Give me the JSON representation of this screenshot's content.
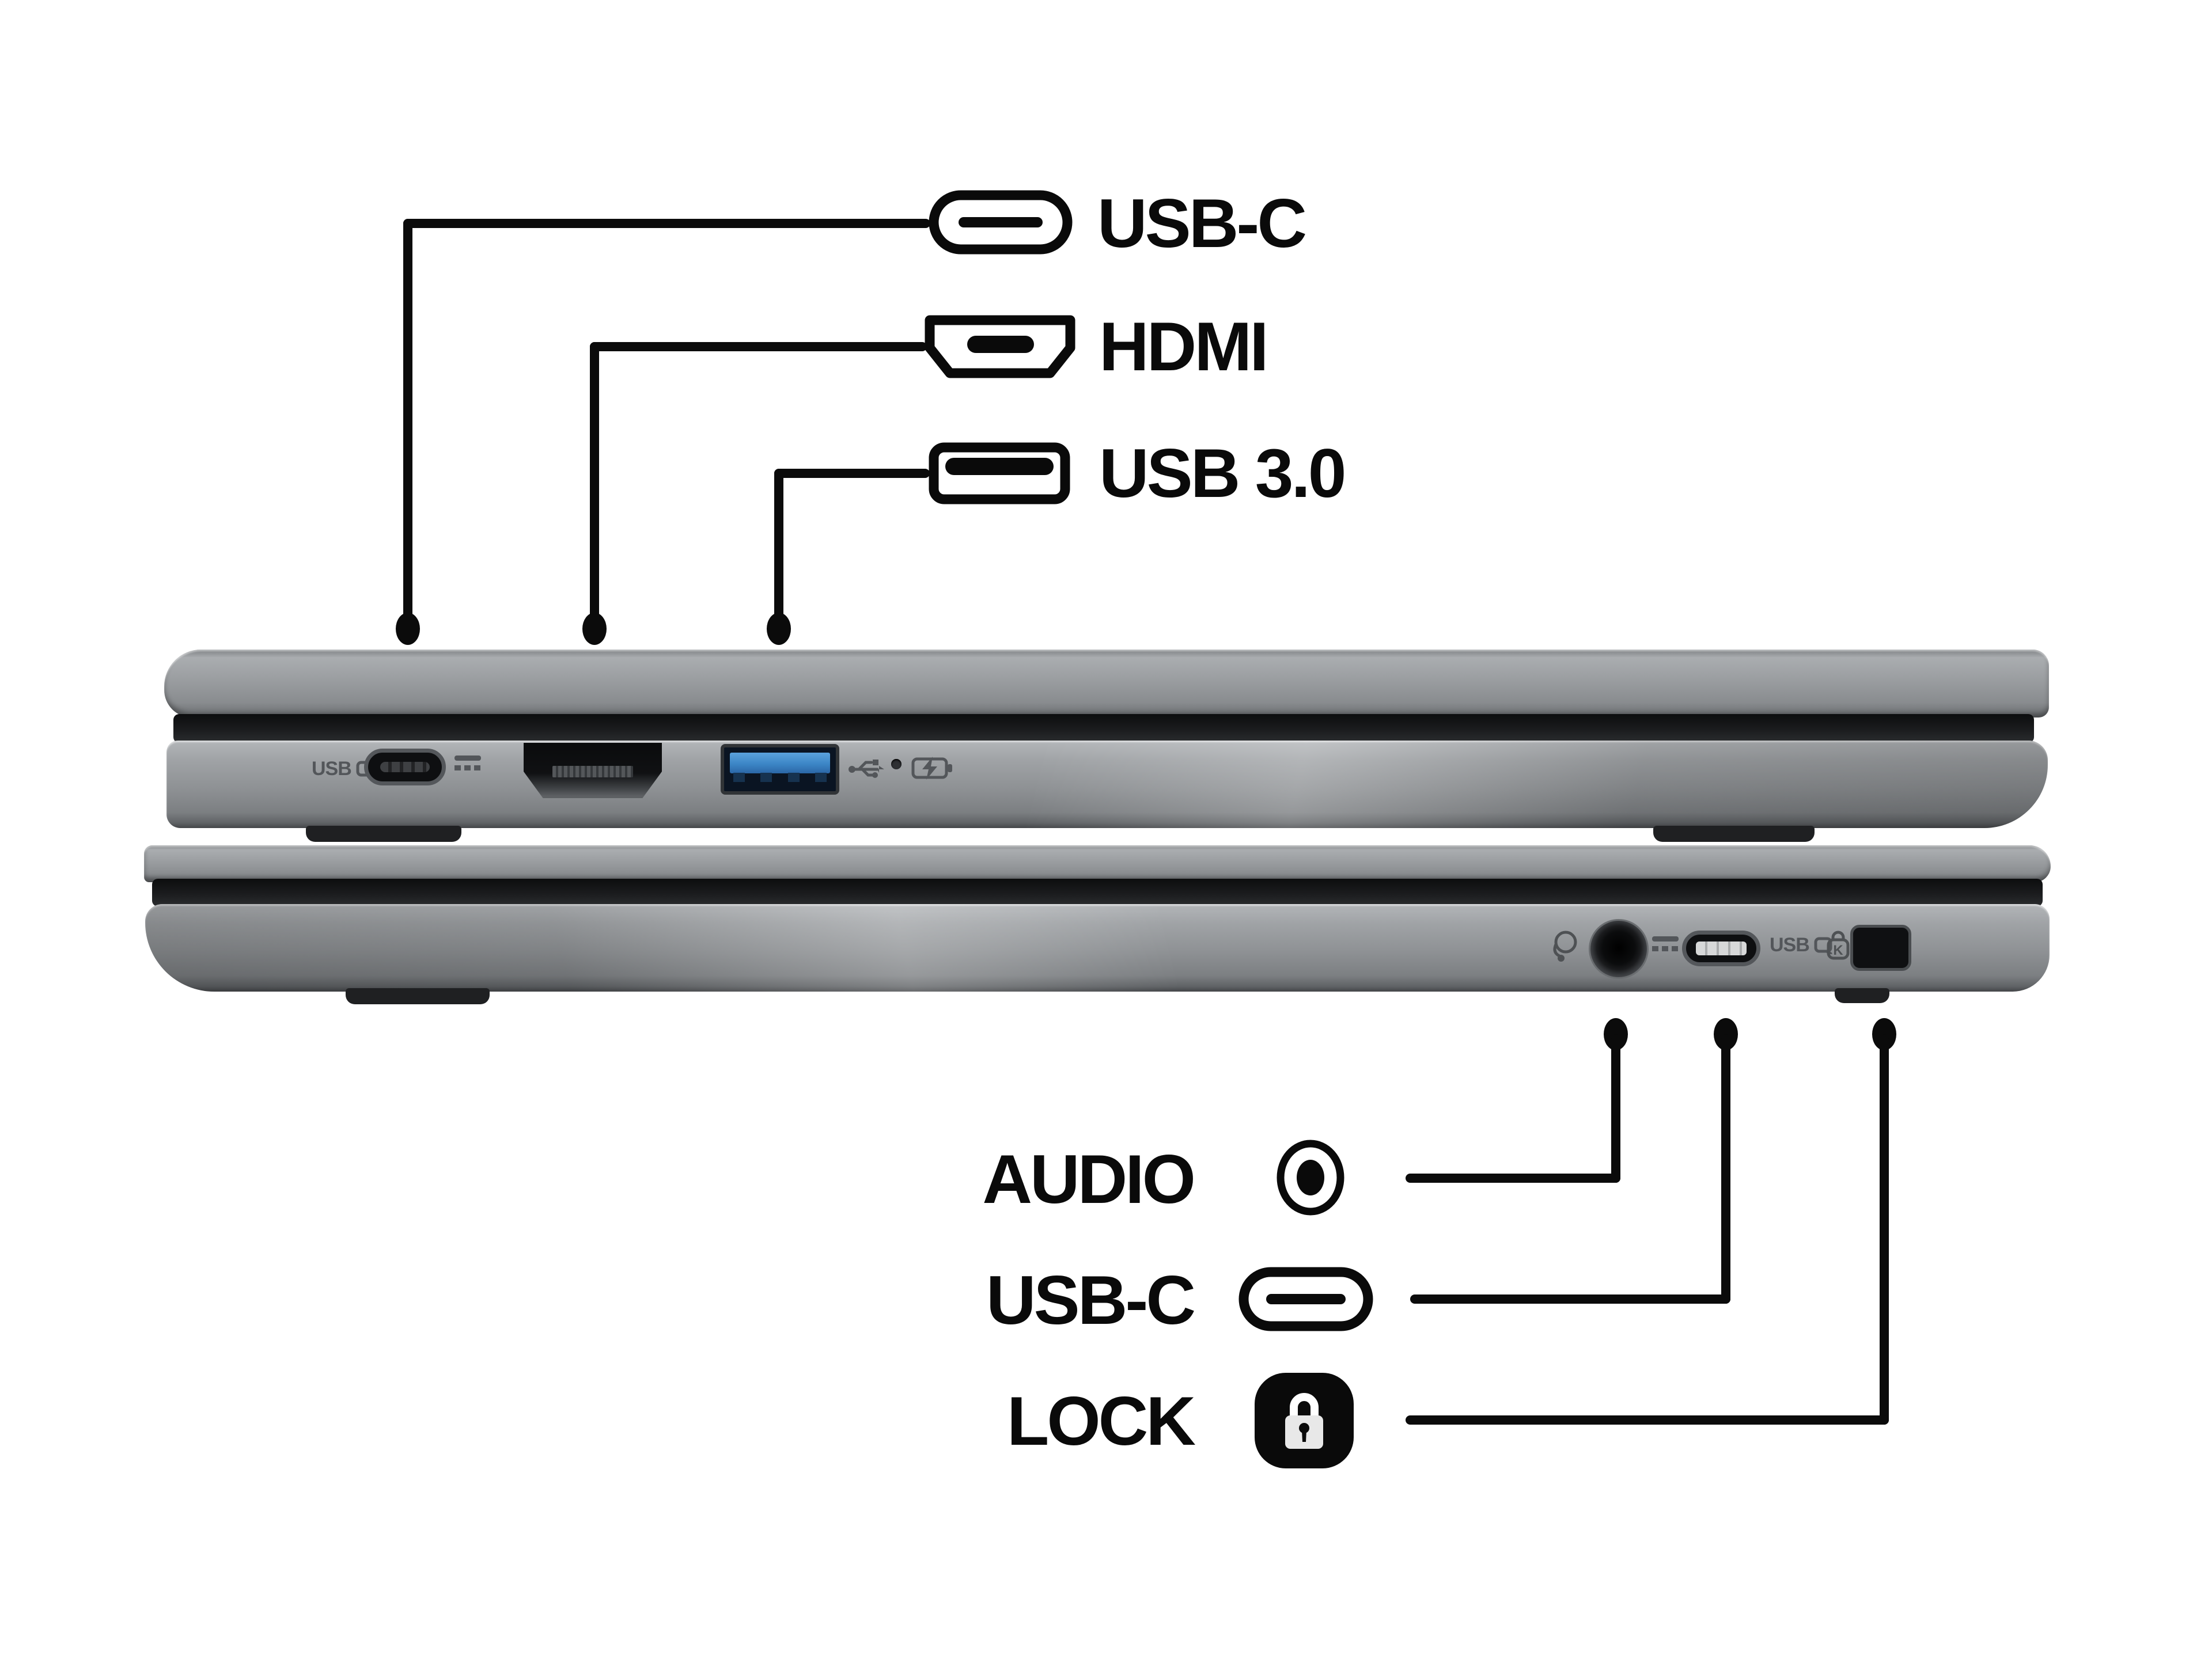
{
  "background": "#ffffff",
  "colors": {
    "callout_line": "#0b0b0b",
    "label_text": "#0a0a0a",
    "body_gray": "#8e9194",
    "hinge_dark": "#141516",
    "usb_blue": "#3c86c6",
    "print_gray": "#53565a",
    "foot_dark": "#1f2022"
  },
  "top_view": {
    "description": "laptop left side",
    "callouts": [
      {
        "label": "USB-C",
        "icon": "usb-c-port-icon"
      },
      {
        "label": "HDMI",
        "icon": "hdmi-port-icon"
      },
      {
        "label": "USB 3.0",
        "icon": "usb-a-port-icon"
      }
    ],
    "printed": {
      "usb_logo": "USB"
    },
    "ports": [
      "usb-c-port",
      "hdmi-port",
      "usb-a-port"
    ],
    "printed_icons": [
      "usb-logo-print",
      "dc-in-print",
      "usb-trident-print",
      "led-indicator",
      "battery-charge-print"
    ]
  },
  "bottom_view": {
    "description": "laptop right side",
    "callouts": [
      {
        "label": "AUDIO",
        "icon": "audio-jack-icon"
      },
      {
        "label": "USB-C",
        "icon": "usb-c-port-icon"
      },
      {
        "label": "LOCK",
        "icon": "kensington-lock-icon"
      }
    ],
    "printed": {
      "usb_logo": "USB",
      "kensington": "K"
    },
    "ports": [
      "audio-jack",
      "usb-c-port",
      "lock-slot"
    ],
    "printed_icons": [
      "headset-print",
      "dc-in-print",
      "usb-logo-print",
      "kensington-print"
    ]
  }
}
